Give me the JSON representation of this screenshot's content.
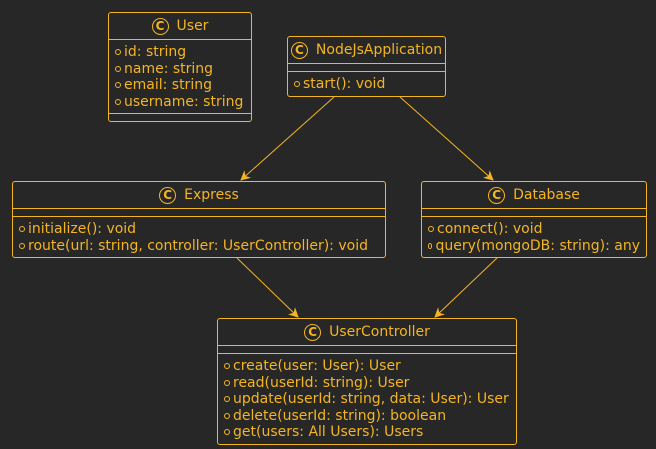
{
  "colors": {
    "background": "#272727",
    "accent": "#f4b523"
  },
  "stereotype_icon": "C",
  "classes": {
    "user": {
      "name": "User",
      "members": [
        "id: string",
        "name: string",
        "email: string",
        "username: string"
      ]
    },
    "nodejs": {
      "name": "NodeJsApplication",
      "members": [
        "start(): void"
      ]
    },
    "express": {
      "name": "Express",
      "members": [
        "initialize(): void",
        "route(url: string, controller: UserController): void"
      ]
    },
    "database": {
      "name": "Database",
      "members": [
        "connect(): void",
        "query(mongoDB: string): any"
      ]
    },
    "usercontroller": {
      "name": "UserController",
      "members": [
        "create(user: User): User",
        "read(userId: string): User",
        "update(userId: string, data: User): User",
        "delete(userId: string): boolean",
        "get(users: All Users): Users"
      ]
    }
  },
  "relations": [
    {
      "from": "NodeJsApplication",
      "to": "Express"
    },
    {
      "from": "NodeJsApplication",
      "to": "Database"
    },
    {
      "from": "Express",
      "to": "UserController"
    },
    {
      "from": "Database",
      "to": "UserController"
    }
  ]
}
